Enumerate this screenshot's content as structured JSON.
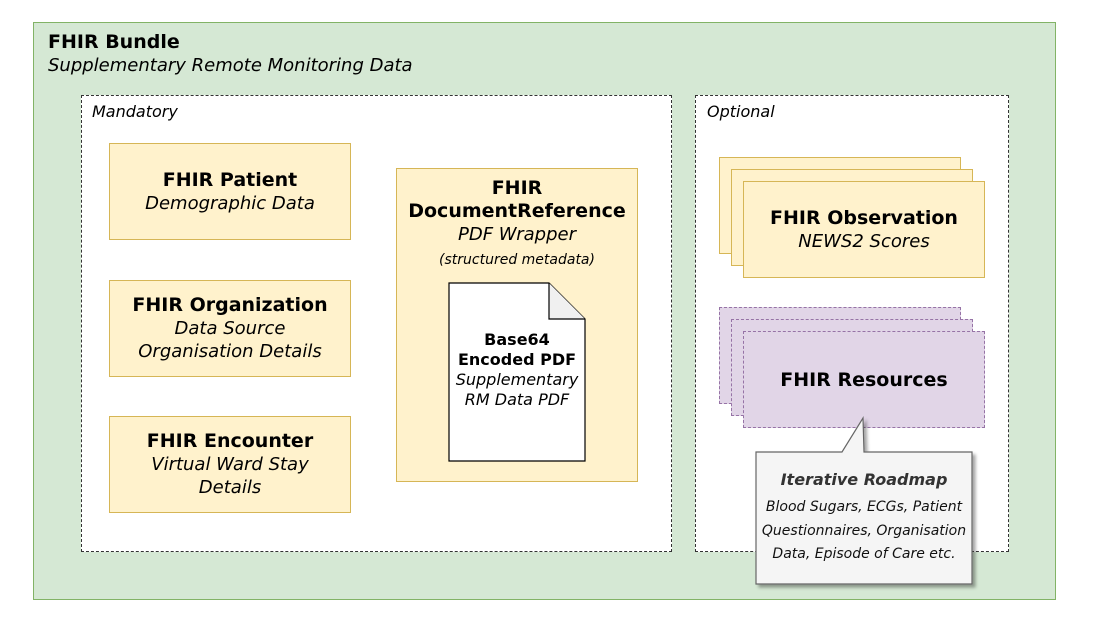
{
  "bundle": {
    "title": "FHIR Bundle",
    "subtitle": "Supplementary Remote Monitoring Data"
  },
  "mandatory": {
    "label": "Mandatory",
    "patient": {
      "title": "FHIR Patient",
      "subtitle": "Demographic Data"
    },
    "organization": {
      "title": "FHIR Organization",
      "subtitle": "Data Source Organisation Details"
    },
    "encounter": {
      "title": "FHIR Encounter",
      "subtitle": "Virtual Ward Stay Details"
    },
    "document_reference": {
      "title_line1": "FHIR",
      "title_line2": "DocumentReference",
      "subtitle": "PDF Wrapper",
      "meta": "(structured metadata)",
      "pdf": {
        "line1": "Base64",
        "line2": "Encoded PDF",
        "line3": "Supplementary",
        "line4": "RM Data PDF"
      }
    }
  },
  "optional": {
    "label": "Optional",
    "observation": {
      "title": "FHIR Observation",
      "subtitle": "NEWS2 Scores"
    },
    "resources": {
      "title": "FHIR Resources"
    },
    "roadmap": {
      "title": "Iterative Roadmap",
      "body": "Blood Sugars, ECGs, Patient Questionnaires, Organisation Data, Episode of Care etc."
    }
  },
  "colors": {
    "bundle_fill": "#d5e8d4",
    "bundle_stroke": "#82b366",
    "card_fill": "#fff2cc",
    "card_stroke": "#d6b656",
    "resource_fill": "#e1d5e7",
    "resource_stroke": "#9673a6",
    "callout_fill": "#f5f5f5"
  }
}
